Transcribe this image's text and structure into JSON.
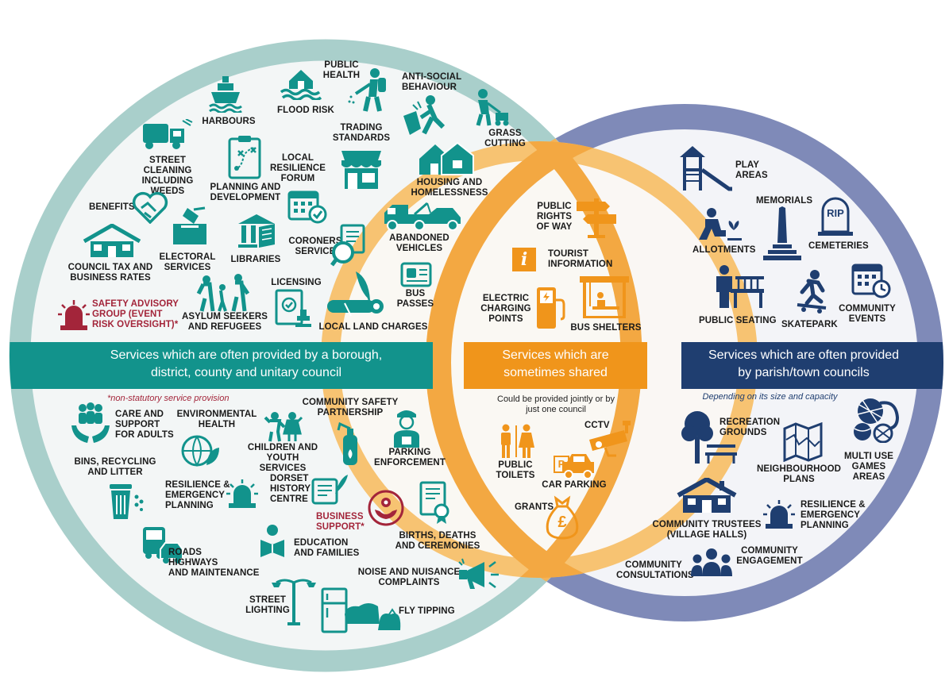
{
  "colors": {
    "left": "#12938c",
    "leftRing": "#a9cfcb",
    "right": "#1f3e70",
    "rightRing": "#7f8ab8",
    "center": "#f0951b",
    "centerRing": "#f7c372",
    "red": "#a3253a"
  },
  "bands": {
    "left": "Services which are often provided by a borough,\ndistrict, county and unitary council",
    "center": "Services which are\nsometimes shared",
    "right": "Services which are often provided\nby parish/town councils"
  },
  "notes": {
    "left": "*non-statutory service provision",
    "center": "Could be provided jointly or by\njust one council",
    "right": "Depending on its size and capacity"
  },
  "left_top": {
    "public_health": "PUBLIC\nHEALTH",
    "anti_social": "ANTI-SOCIAL\nBEHAVIOUR",
    "flood_risk": "FLOOD RISK",
    "harbours": "HARBOURS",
    "trading_standards": "TRADING\nSTANDARDS",
    "grass_cutting": "GRASS\nCUTTING",
    "street_cleaning": "STREET CLEANING\nINCLUDING WEEDS",
    "local_resilience": "LOCAL\nRESILIENCE\nFORUM",
    "planning": "PLANNING AND\nDEVELOPMENT",
    "housing": "HOUSING AND\nHOMELESSNESS",
    "benefits": "BENEFITS",
    "abandoned": "ABANDONED\nVEHICLES",
    "coroners": "CORONERS\nSERVICE",
    "council_tax": "COUNCIL TAX AND\nBUSINESS RATES",
    "electoral": "ELECTORAL\nSERVICES",
    "libraries": "LIBRARIES",
    "licensing": "LICENSING",
    "bus_passes": "BUS\nPASSES",
    "safety_advisory": "SAFETY ADVISORY\nGROUP (EVENT\nRISK OVERSIGHT)*",
    "asylum": "ASYLUM SEEKERS\nAND REFUGEES",
    "land_charges": "LOCAL LAND CHARGES"
  },
  "left_bottom": {
    "care": "CARE AND\nSUPPORT\nFOR ADULTS",
    "environmental": "ENVIRONMENTAL\nHEALTH",
    "community_safety": "COMMUNITY SAFETY\nPARTNERSHIP",
    "children": "CHILDREN AND\nYOUTH SERVICES",
    "parking_enf": "PARKING\nENFORCEMENT",
    "bins": "BINS, RECYCLING\nAND LITTER",
    "resilience": "RESILIENCE &\nEMERGENCY\nPLANNING",
    "dorset_history": "DORSET\nHISTORY\nCENTRE",
    "business_support": "BUSINESS\nSUPPORT*",
    "births": "BIRTHS, DEATHS\nAND CEREMONIES",
    "roads": "ROADS\nHIGHWAYS\nAND MAINTENANCE",
    "education": "EDUCATION\nAND FAMILIES",
    "noise": "NOISE AND NUISANCE\nCOMPLAINTS",
    "street_lighting": "STREET\nLIGHTING",
    "fly_tipping": "FLY TIPPING"
  },
  "center_top": {
    "rights_of_way": "PUBLIC\nRIGHTS\nOF WAY",
    "tourist": "TOURIST\nINFORMATION",
    "charging": "ELECTRIC\nCHARGING\nPOINTS",
    "bus_shelters": "BUS SHELTERS"
  },
  "center_bottom": {
    "cctv": "CCTV",
    "toilets": "PUBLIC\nTOILETS",
    "car_parking": "CAR PARKING",
    "grants": "GRANTS"
  },
  "right_top": {
    "play": "PLAY\nAREAS",
    "memorials": "MEMORIALS",
    "allotments": "ALLOTMENTS",
    "cemeteries": "CEMETERIES",
    "seating": "PUBLIC SEATING",
    "skatepark": "SKATEPARK",
    "events": "COMMUNITY\nEVENTS"
  },
  "right_bottom": {
    "recreation": "RECREATION\nGROUNDS",
    "neighbourhood": "NEIGHBOURHOOD\nPLANS",
    "multi_use": "MULTI USE\nGAMES\nAREAS",
    "trustees": "COMMUNITY TRUSTEES\n(VILLAGE HALLS)",
    "resilience": "RESILIENCE &\nEMERGENCY\nPLANNING",
    "engagement": "COMMUNITY\nENGAGEMENT",
    "consultations": "COMMUNITY\nCONSULTATIONS"
  },
  "icons": {
    "rip_text": "RIP",
    "info_text": "i",
    "parking_text": "P",
    "pound_text": "£"
  }
}
